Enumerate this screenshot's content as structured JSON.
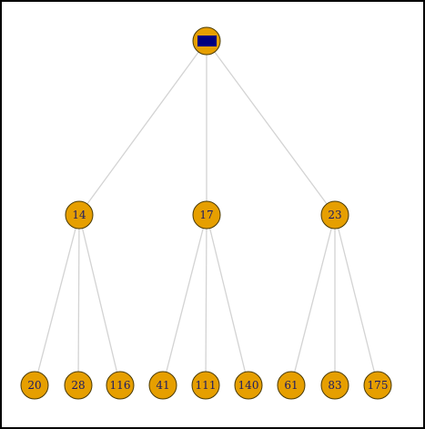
{
  "tree": {
    "root": {
      "label": "",
      "mark": "redacted-label",
      "colors": {
        "node_fill": "#e69f00",
        "mark_fill": "#000080"
      }
    },
    "level1": [
      {
        "id": "n14",
        "label": "14",
        "children": [
          "n20",
          "n28",
          "n116"
        ]
      },
      {
        "id": "n17",
        "label": "17",
        "children": [
          "n41",
          "n111",
          "n140"
        ]
      },
      {
        "id": "n23",
        "label": "23",
        "children": [
          "n61",
          "n83",
          "n175"
        ]
      }
    ],
    "level2": [
      {
        "id": "n20",
        "label": "20"
      },
      {
        "id": "n28",
        "label": "28"
      },
      {
        "id": "n116",
        "label": "116"
      },
      {
        "id": "n41",
        "label": "41"
      },
      {
        "id": "n111",
        "label": "111"
      },
      {
        "id": "n140",
        "label": "140"
      },
      {
        "id": "n61",
        "label": "61"
      },
      {
        "id": "n83",
        "label": "83"
      },
      {
        "id": "n175",
        "label": "175"
      }
    ],
    "edge_color": "#d3d3d3",
    "node_color": "#e69f00"
  }
}
